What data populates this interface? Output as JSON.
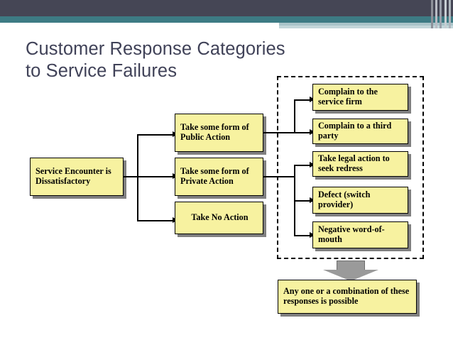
{
  "slide": {
    "title": "Customer Response Categories to Service Failures",
    "theme": {
      "header_dark": "#454655",
      "header_teal": "#3d7b84",
      "header_pale": "#a9c4c9",
      "title_color": "#404258",
      "box_fill": "#f7f2a0",
      "box_border": "#000000",
      "box_shadow": "#808080",
      "arrow_grey": "#9a9a9a"
    }
  },
  "diagram": {
    "source": {
      "label": "Service Encounter is Dissatisfactory"
    },
    "actions": [
      {
        "label": "Take some form of Public Action"
      },
      {
        "label": "Take some form of Private Action"
      },
      {
        "label": "Take No Action"
      }
    ],
    "responses": [
      {
        "label": "Complain to the service firm"
      },
      {
        "label": "Complain to a third party"
      },
      {
        "label": "Take legal action to seek redress"
      },
      {
        "label": "Defect (switch provider)"
      },
      {
        "label": "Negative word-of-mouth"
      }
    ],
    "conclusion": {
      "label": "Any one or a combination of these responses is possible"
    }
  }
}
